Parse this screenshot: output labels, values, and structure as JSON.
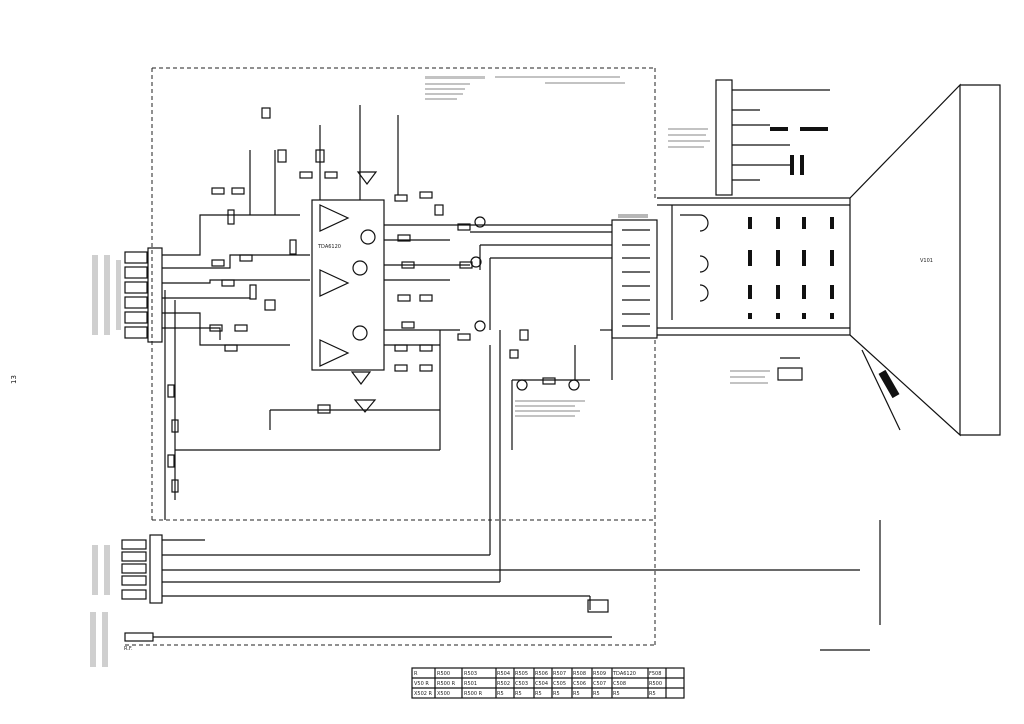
{
  "margin_mark": "13",
  "ic": {
    "label": "TDA6120"
  },
  "crt": {
    "label": "V101"
  },
  "page_labels": {
    "ref": "R.F."
  },
  "title_block": {
    "row1": [
      "R",
      "R500",
      "R503",
      "R504",
      "R505",
      "R506",
      "R507",
      "R508",
      "R509",
      "TDA6120",
      "F508"
    ],
    "row2": [
      "V50 R",
      "R500 R",
      "R501",
      "R502",
      "C503",
      "C504",
      "C505",
      "C506",
      "C507",
      "C508",
      "R500"
    ],
    "row3": [
      "X502 R",
      "X500",
      "R500 R",
      "R5",
      "R5",
      "R5",
      "R5",
      "R5",
      "R5",
      "R5",
      "R5"
    ]
  }
}
